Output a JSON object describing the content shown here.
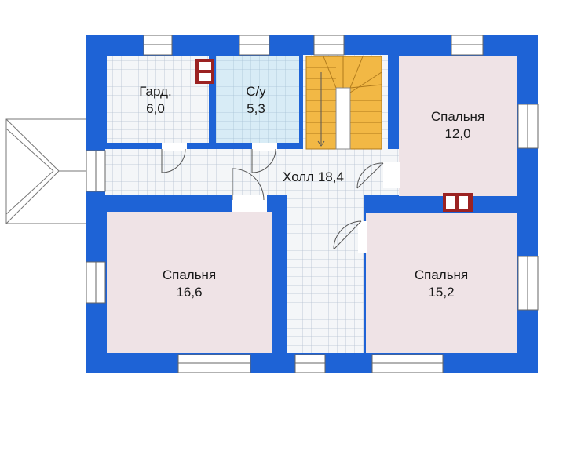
{
  "rooms": {
    "wardrobe": {
      "name": "Гард.",
      "area": "6,0"
    },
    "bathroom": {
      "name": "С/у",
      "area": "5,3"
    },
    "hall": {
      "label": "Холл 18,4"
    },
    "bedroom_top_right": {
      "name": "Спальня",
      "area": "12,0"
    },
    "bedroom_left": {
      "name": "Спальня",
      "area": "16,6"
    },
    "bedroom_bottom_right": {
      "name": "Спальня",
      "area": "15,2"
    }
  },
  "colors": {
    "wall": "#1e63d6",
    "bedroom_fill": "#efe3e6",
    "tile_fill": "#f4f6f8",
    "tile_grid": "#aab6c8",
    "bathroom_fill": "#d8ecf6",
    "stairs_fill": "#f2b845",
    "chimney": "#9b2222"
  }
}
